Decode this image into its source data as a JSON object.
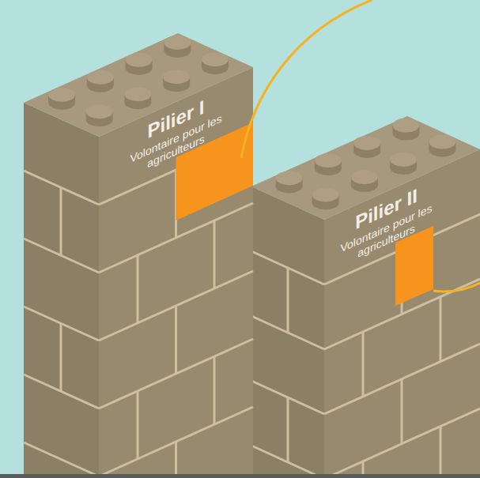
{
  "diagram": {
    "nodes": [
      {
        "text": [
          "Pilier I",
          "Volontaire pour les agriculteurs"
        ]
      },
      {
        "text": [
          "Pilier II",
          "Volontaire pour les agriculteurs"
        ]
      }
    ]
  }
}
